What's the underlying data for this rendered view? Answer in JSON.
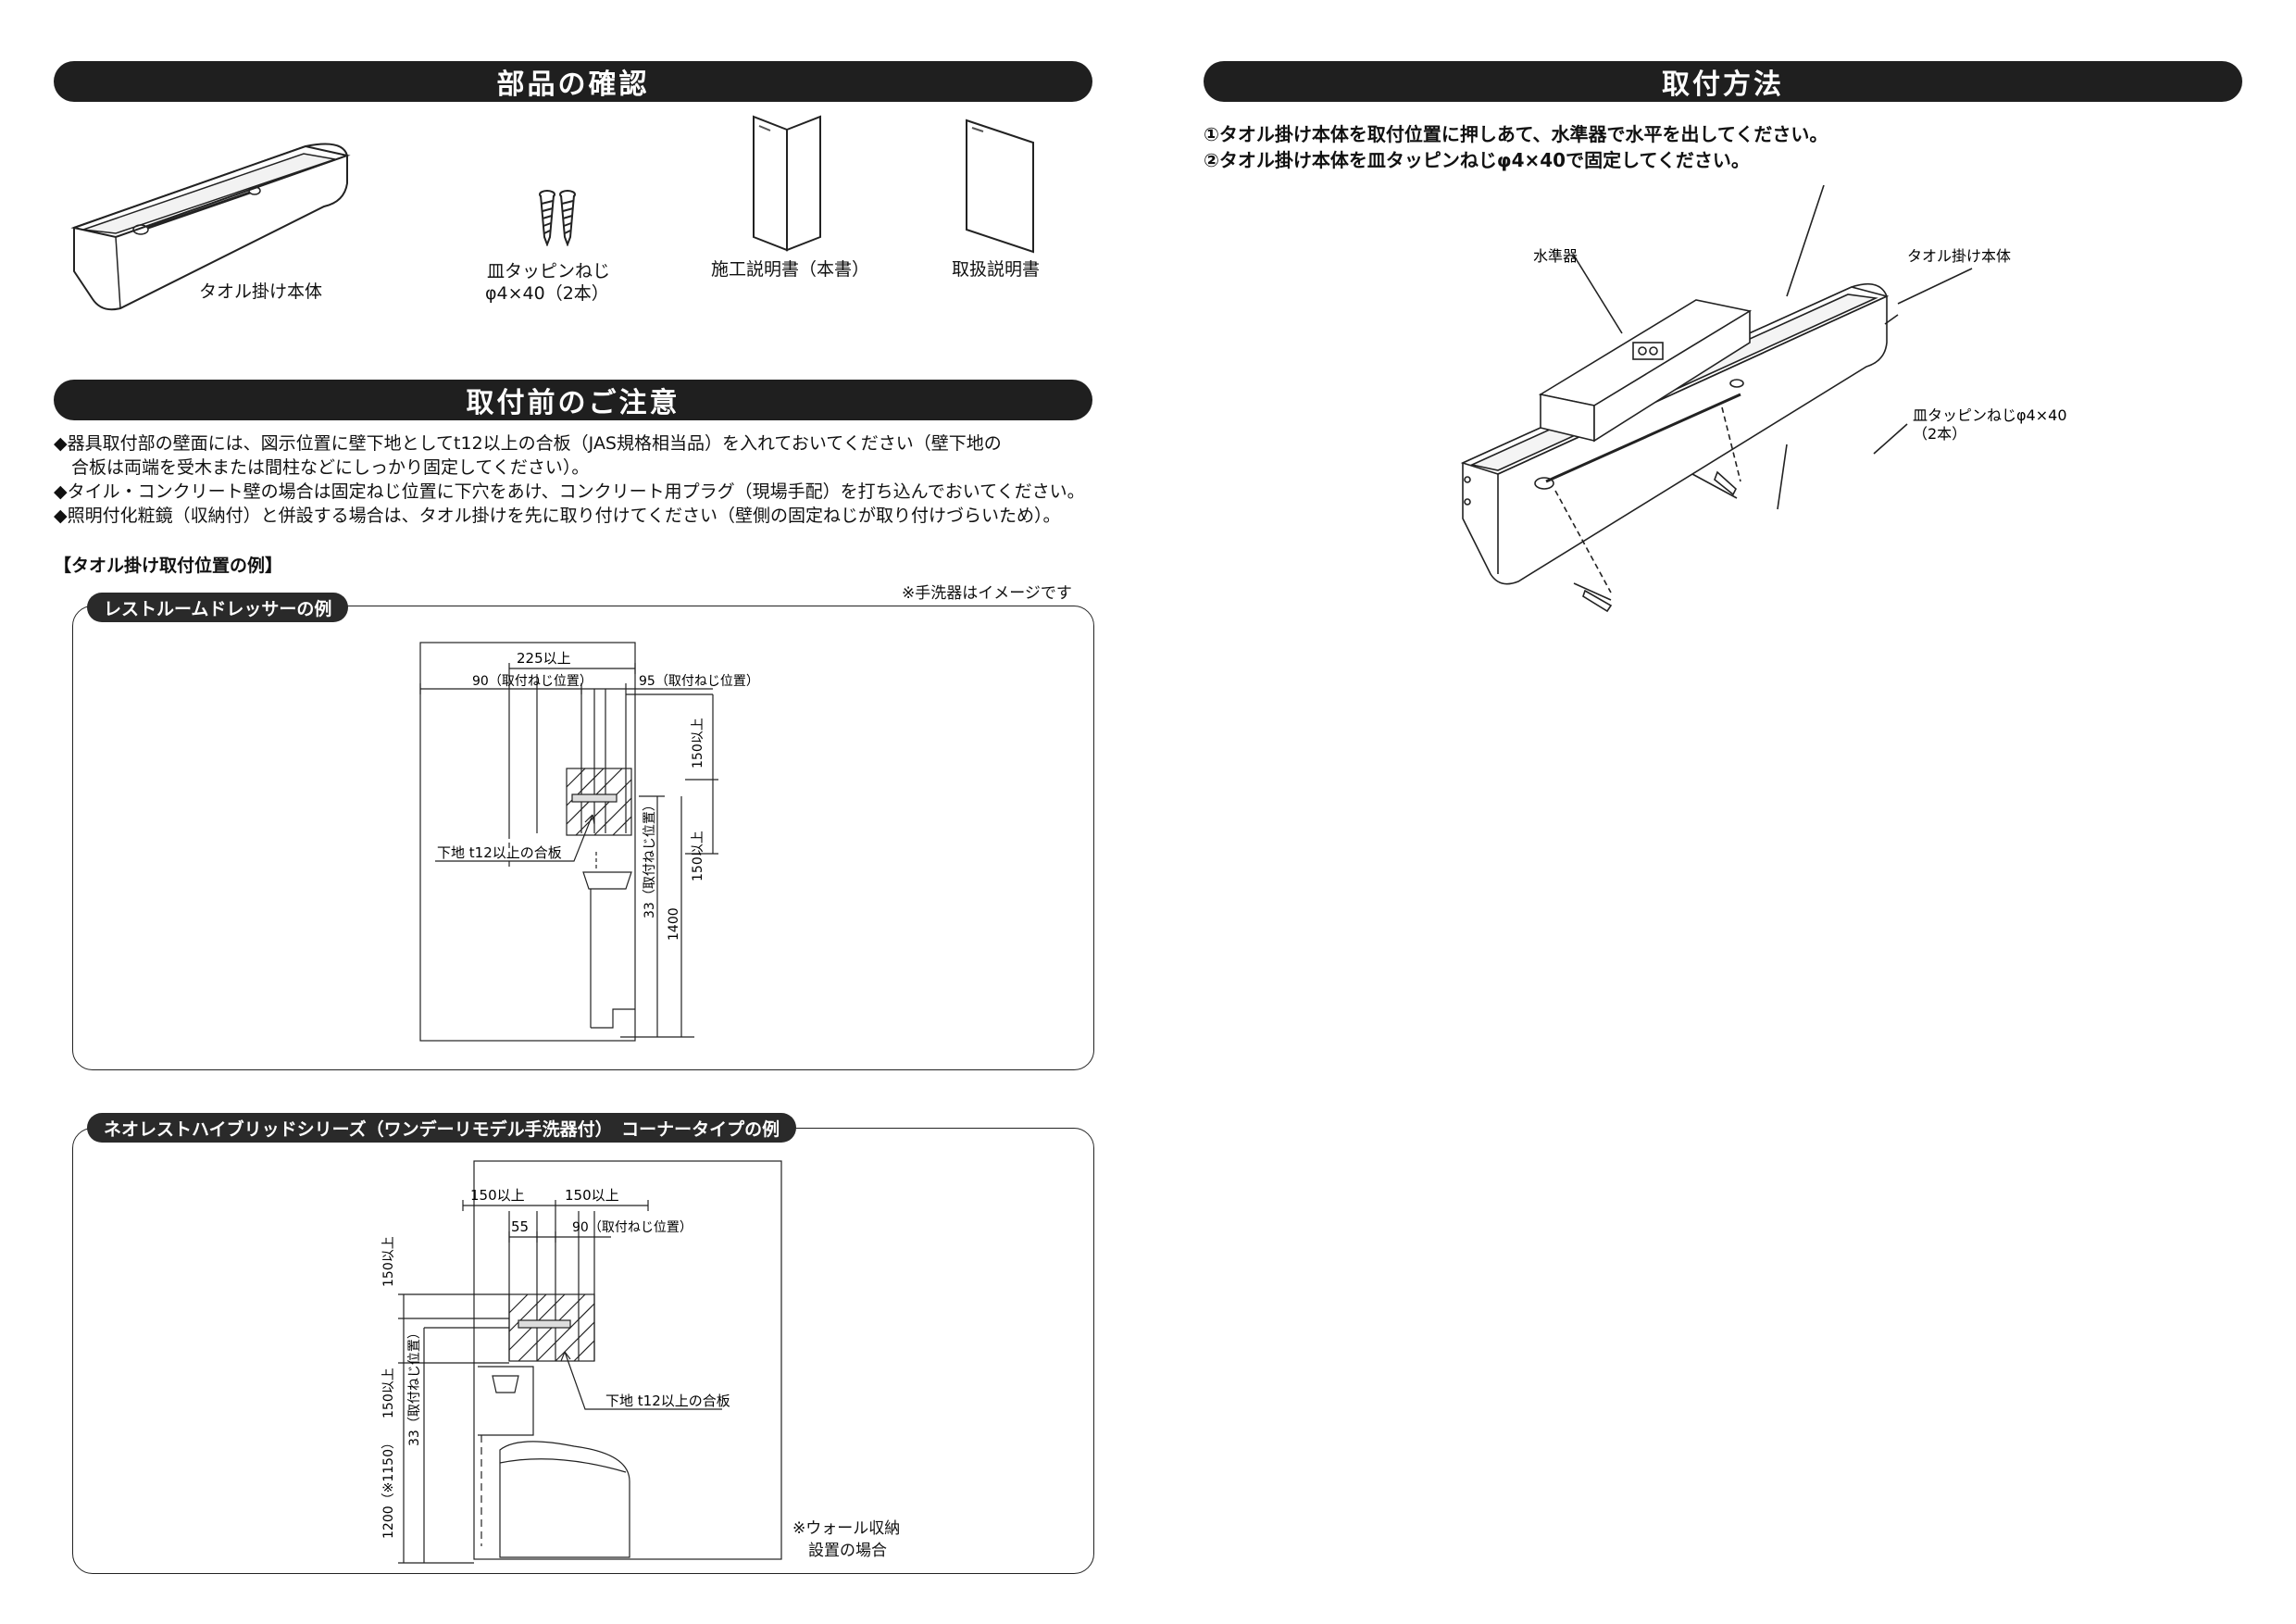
{
  "parts": {
    "title": "部品の確認",
    "items": [
      {
        "label": "タオル掛け本体"
      },
      {
        "label": "皿タッピンねじ",
        "sub": "φ4×40（2本）"
      },
      {
        "label": "施工説明書（本書）"
      },
      {
        "label": "取扱説明書"
      }
    ]
  },
  "cautions": {
    "title": "取付前のご注意",
    "lines": [
      "◆器具取付部の壁面には、図示位置に壁下地としてt12以上の合板（JAS規格相当品）を入れておいてください（壁下地の",
      "　合板は両端を受木または間柱などにしっかり固定してください）。",
      "◆タイル・コンクリート壁の場合は固定ねじ位置に下穴をあけ、コンクリート用プラグ（現場手配）を打ち込んでおいてください。",
      "◆照明付化粧鏡（収納付）と併設する場合は、タオル掛けを先に取り付けてください（壁側の固定ねじが取り付けづらいため）。"
    ]
  },
  "examples": {
    "heading": "【タオル掛け取付位置の例】",
    "image_note": "※手洗器はイメージです",
    "restroom": {
      "tab": "レストルームドレッサーの例",
      "dims": {
        "d225": "225以上",
        "d90": "90（取付ねじ位置）",
        "d95": "95（取付ねじ位置）",
        "d150a": "150以上",
        "d150b": "150以上",
        "d33": "33（取付ねじ位置）",
        "d1400": "1400",
        "plywood": "下地 t12以上の合板"
      }
    },
    "neorest": {
      "tab": "ネオレストハイブリッドシリーズ（ワンデーリモデル手洗器付）　コーナータイプの例",
      "dims": {
        "d150l": "150以上",
        "d150r": "150以上",
        "d55": "55",
        "d90": "90（取付ねじ位置）",
        "d150v1": "150以上",
        "d150v2": "150以上",
        "d33": "33（取付ねじ位置）",
        "d1200": "1200（※1150）",
        "plywood": "下地 t12以上の合板"
      },
      "wall_note1": "※ウォール収納",
      "wall_note2": "　設置の場合"
    }
  },
  "install": {
    "title": "取付方法",
    "steps": [
      "①タオル掛け本体を取付位置に押しあて、水準器で水平を出してください。",
      "②タオル掛け本体を皿タッピンねじφ4×40で固定してください。"
    ],
    "labels": {
      "level": "水準器",
      "body": "タオル掛け本体",
      "screw": "皿タッピンねじφ4×40",
      "screw_qty": "（2本）"
    }
  }
}
